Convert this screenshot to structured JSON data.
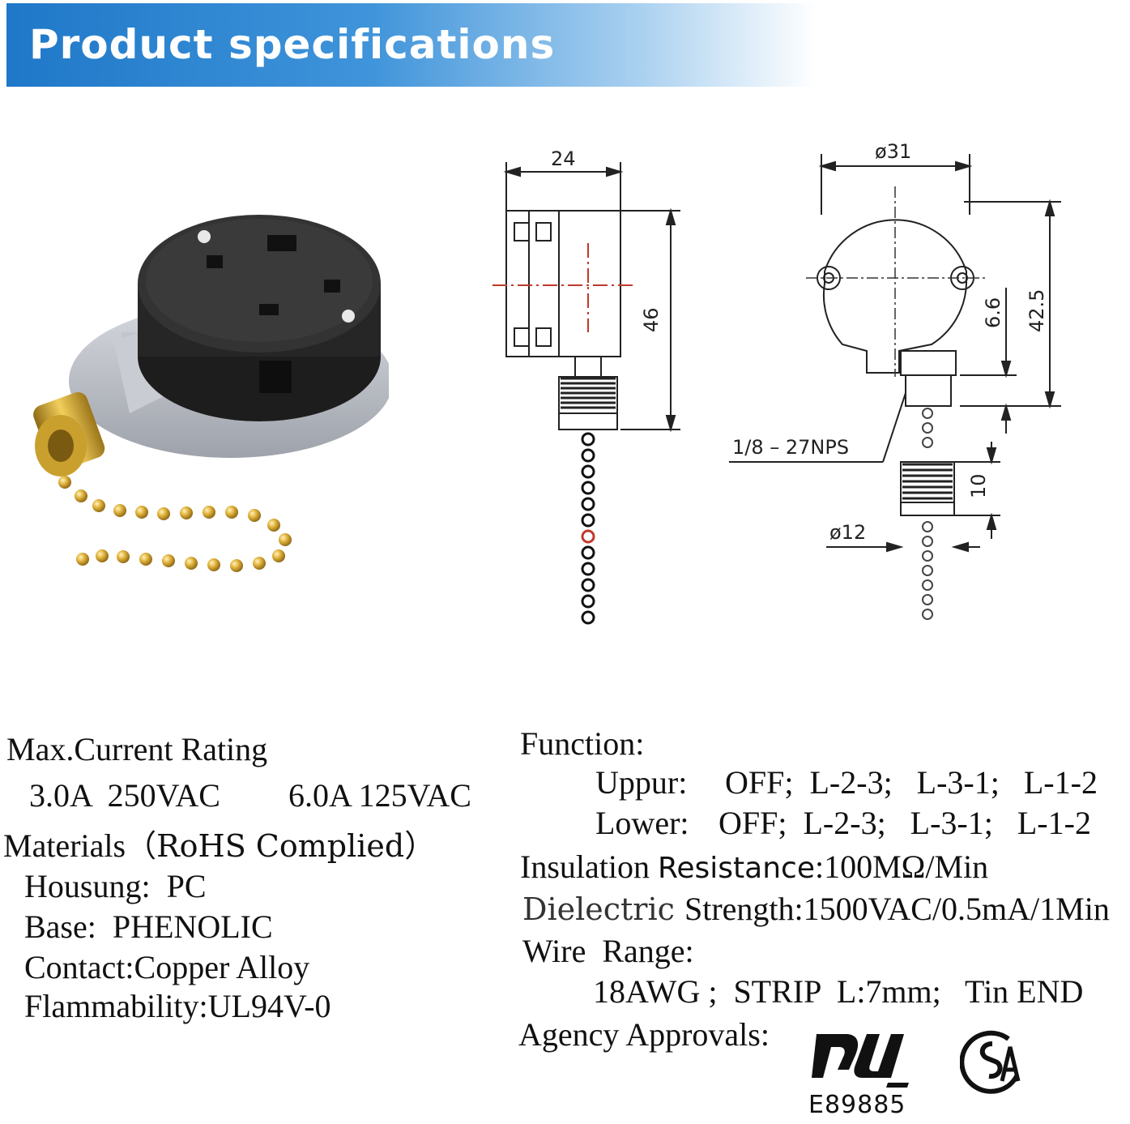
{
  "banner": {
    "title": "Product specifications"
  },
  "dimensions": {
    "side_width": "24",
    "side_height": "46",
    "front_diameter": "ø31",
    "front_height": "42.5",
    "front_offset": "6.6",
    "thread": "1/8 – 27NPS",
    "knob_length": "10",
    "knob_diameter": "ø12"
  },
  "specs_left": {
    "current_title": "Max.Current Rating",
    "current_a": "3.0A  250VAC",
    "current_b": "6.0A 125VAC",
    "materials_title": "Materials",
    "materials_note": "（RoHS Complied）",
    "housing": "Housung:  PC",
    "base": "Base:  PHENOLIC",
    "contact": "Contact:Copper Alloy",
    "flammability": "Flammability:UL94V-0"
  },
  "specs_right": {
    "function_title": "Function:",
    "upper_label": "Uppur:",
    "upper_value": "OFF;  L-2-3;   L-3-1;   L-1-2",
    "lower_label": "Lower:",
    "lower_value": "OFF;  L-2-3;   L-3-1;   L-1-2",
    "insulation_label": "Insulation ",
    "insulation_word": "Resistance",
    "insulation_value": ":100MΩ/Min",
    "dielectric_label": "Dielectric ",
    "dielectric_value": "Strength:1500VAC/0.5mA/1Min",
    "wire_title": "Wire  Range:",
    "wire_value": "18AWG ;  STRIP  L:7mm;   Tin END",
    "agency_title": "Agency Approvals:"
  },
  "certifications": {
    "ul_code": "E89885",
    "ul_icon": "ul-listed-icon",
    "csa_icon": "csa-icon"
  },
  "colors": {
    "banner": "#1f78c8",
    "brass": "#d4a62a",
    "body_black": "#2a2a2a",
    "body_grey": "#b9bcc3",
    "centerline": "#c0392b"
  }
}
